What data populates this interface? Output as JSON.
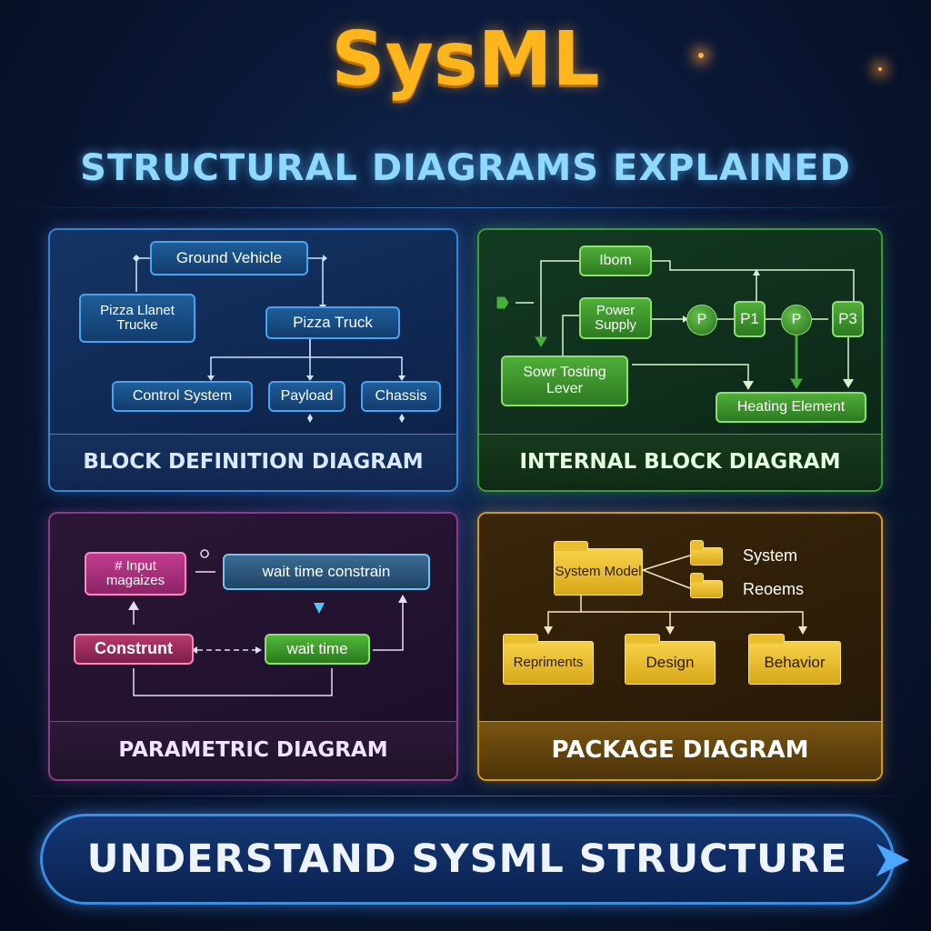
{
  "title": "SysML",
  "subtitle": "STRUCTURAL DIAGRAMS EXPLAINED",
  "panels": {
    "bdd": {
      "caption": "BLOCK DEFINITION DIAGRAM",
      "nodes": {
        "ground_vehicle": "Ground Vehicle",
        "pizza_llanet": "Pizza Llanet Trucke",
        "pizza_truck": "Pizza Truck",
        "control_system": "Control System",
        "payload": "Payload",
        "chassis": "Chassis"
      }
    },
    "ibd": {
      "caption": "INTERNAL BLOCK DIAGRAM",
      "nodes": {
        "ibom": "Ibom",
        "power_supply": "Power Supply",
        "port_p_a": "P",
        "p1": "P1",
        "port_p_b": "P",
        "p3": "P3",
        "sowr_testing": "Sowr Tosting Lever",
        "heating_element": "Heating Element"
      }
    },
    "parametric": {
      "caption": "PARAMETRIC DIAGRAM",
      "nodes": {
        "input": "# Input magaizes",
        "constraint": "wait time constrain",
        "construnt": "Construnt",
        "wait_time": "wait time"
      }
    },
    "package": {
      "caption": "PACKAGE DIAGRAM",
      "nodes": {
        "system_model": "System Model",
        "system": "System",
        "reoems": "Reoems",
        "repriments": "Repriments",
        "design": "Design",
        "behavior": "Behavior"
      }
    }
  },
  "banner": "UNDERSTAND SYSML STRUCTURE",
  "colors": {
    "title": "#ffb51c",
    "subtitle": "#8fd8ff",
    "bdd": "#3b82d0",
    "ibd": "#3f9b3a",
    "parametric": "#8a3e8a",
    "package": "#d19a1c"
  }
}
